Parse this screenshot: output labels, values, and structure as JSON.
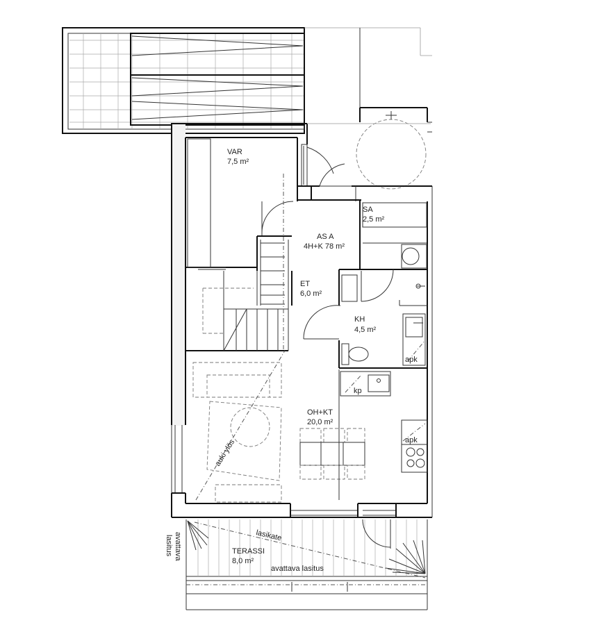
{
  "rooms": {
    "var": {
      "name": "VAR",
      "area": "7,5 m²"
    },
    "as_a": {
      "name": "AS A",
      "area": "4H+K 78 m²"
    },
    "sa": {
      "name": "SA",
      "area": "2,5 m²"
    },
    "et": {
      "name": "ET",
      "area": "6,0 m²"
    },
    "kh": {
      "name": "KH",
      "area": "4,5 m²"
    },
    "oh_kt": {
      "name": "OH+KT",
      "area": "20,0 m²"
    },
    "terassi": {
      "name": "TERASSI",
      "area": "8,0 m²"
    }
  },
  "annotations": {
    "apk_1": "apk",
    "apk_2": "apk",
    "kp": "kp",
    "auki_ylos": "auki ylös",
    "lasikate": "lasikate",
    "avattava_lasitus_bottom": "avattava lasitus",
    "avattava_lasitus_side_1": "avattava",
    "avattava_lasitus_side_2": "lasitus"
  },
  "colors": {
    "line": "#111111",
    "grid": "#aaaaaa",
    "background": "#ffffff"
  }
}
